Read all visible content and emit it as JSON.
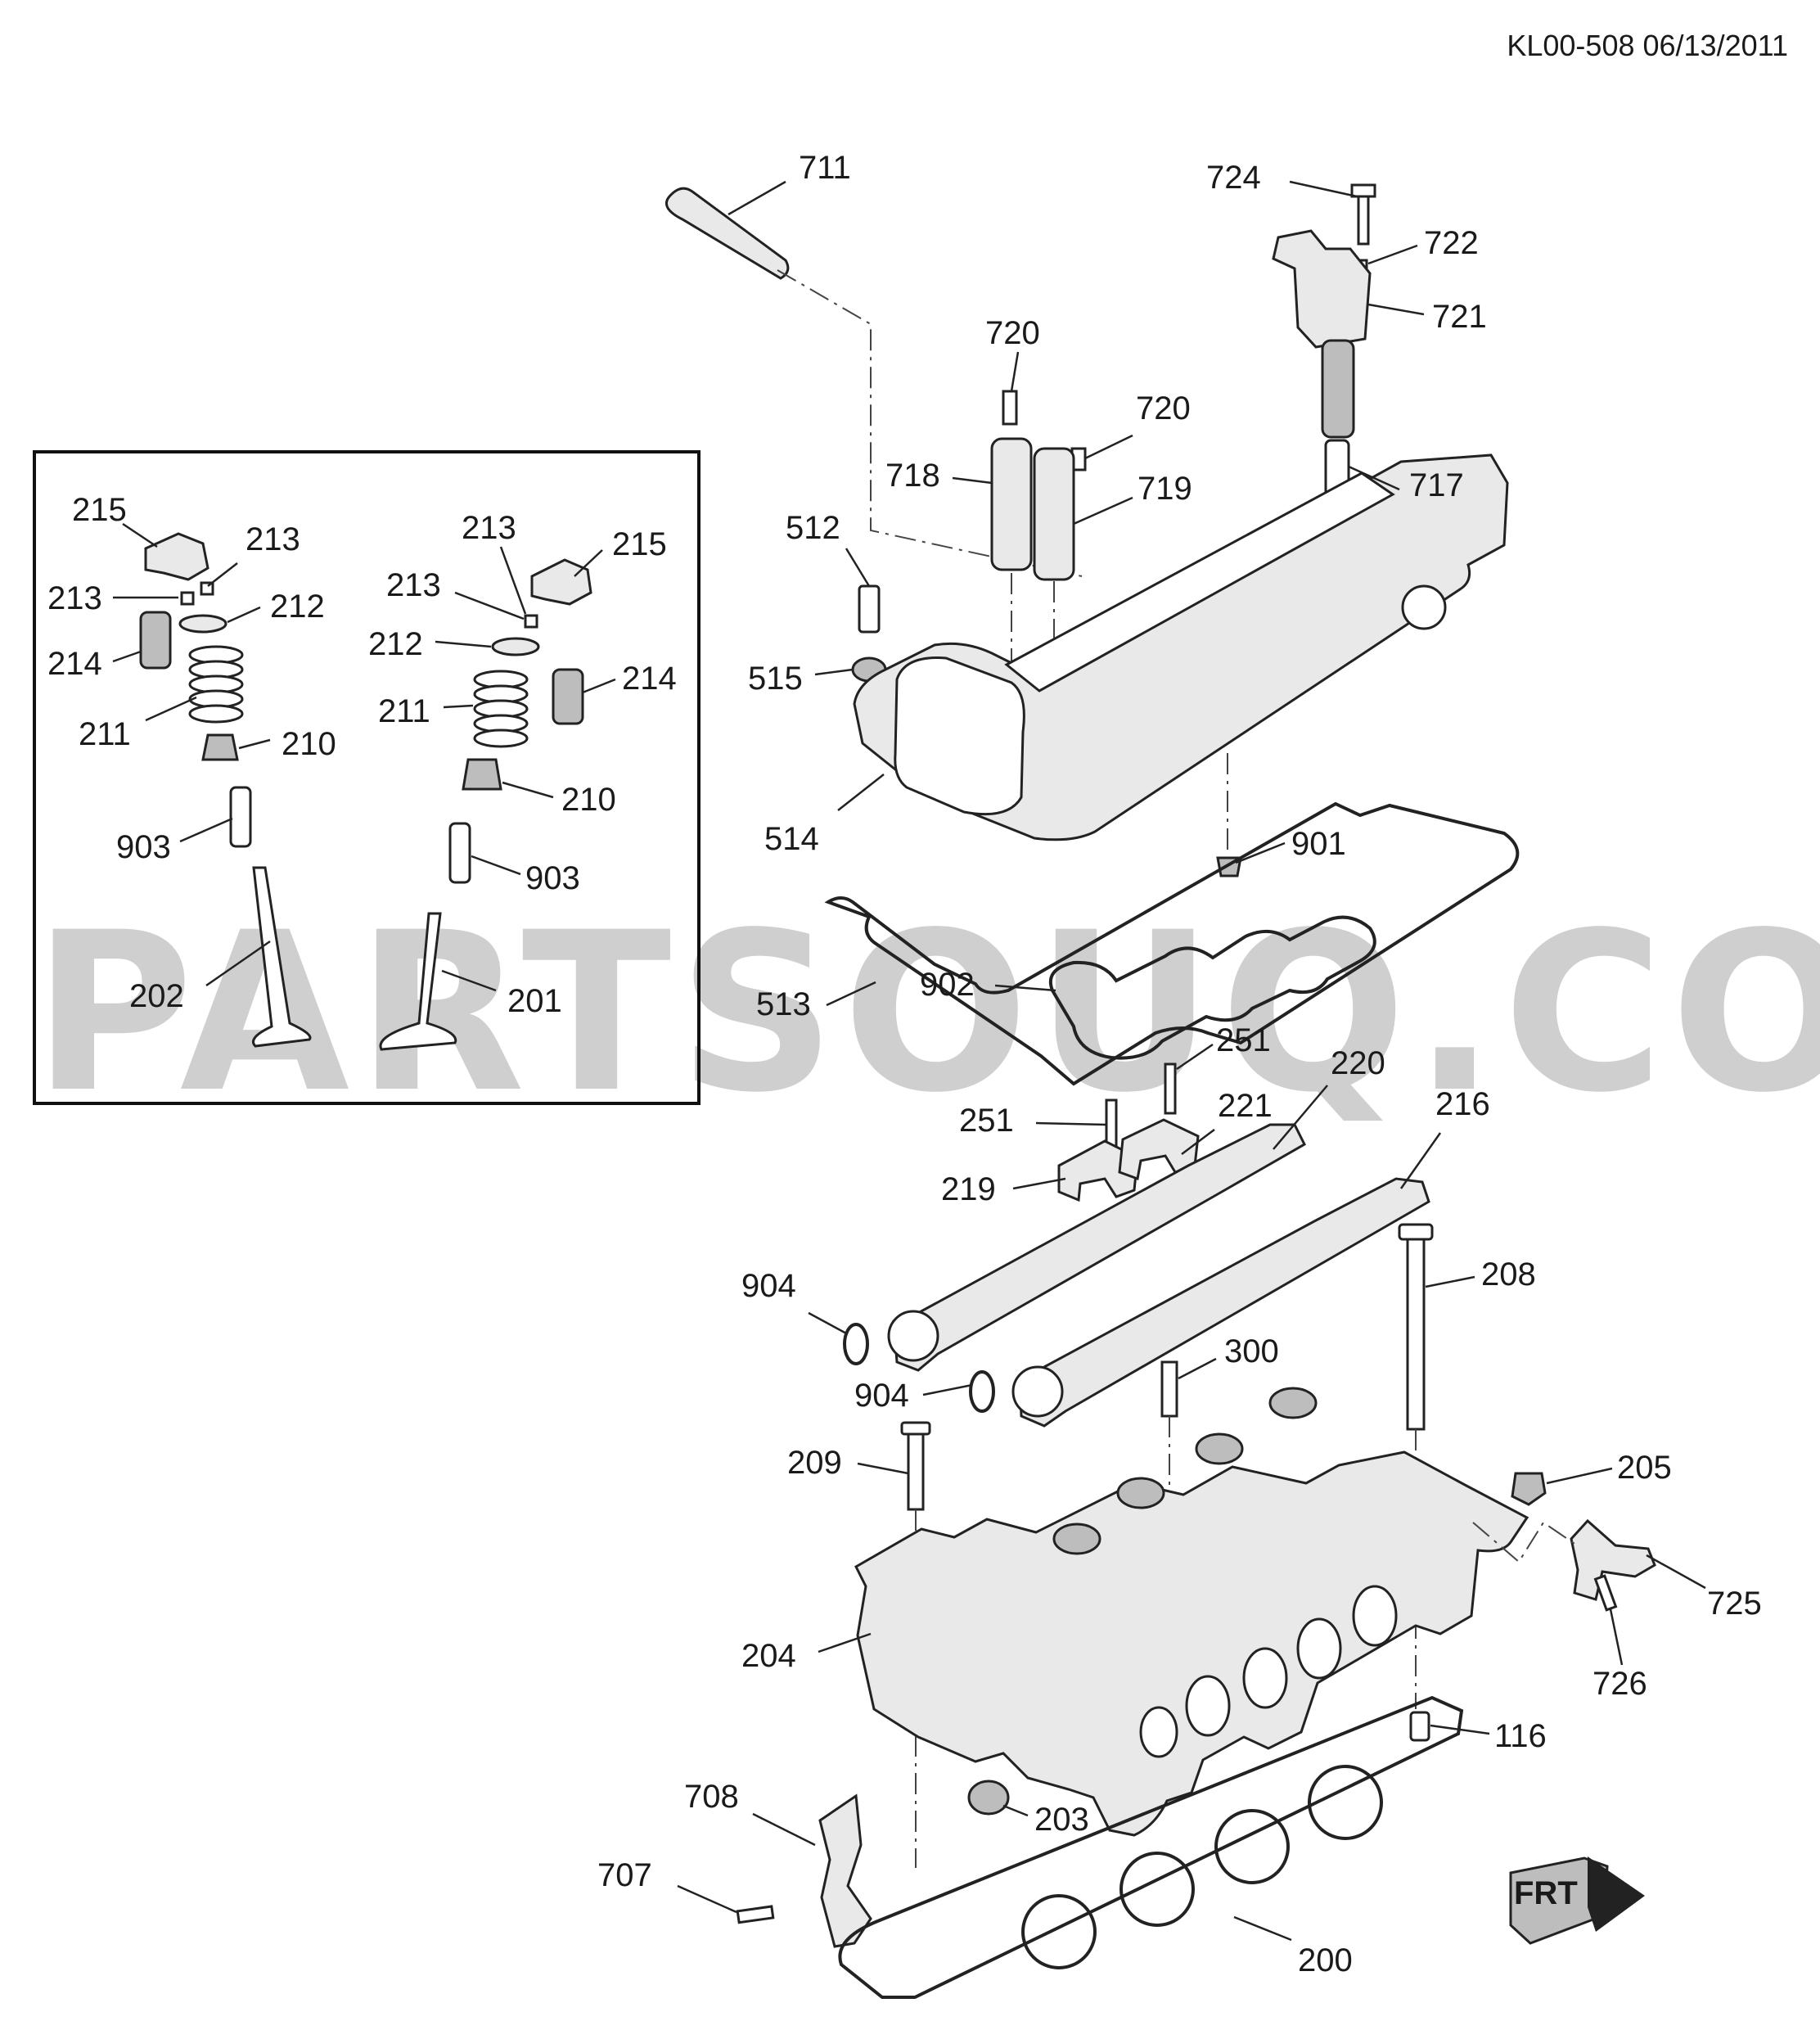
{
  "document_ref": "KL00-508 06/13/2011",
  "watermark": "PARTSOUQ.COM",
  "front_marker": "FRT",
  "callouts": {
    "c711": "711",
    "c724": "724",
    "c722": "722",
    "c721": "721",
    "c720a": "720",
    "c720b": "720",
    "c718": "718",
    "c719": "719",
    "c717": "717",
    "c512": "512",
    "c515": "515",
    "c514": "514",
    "c901": "901",
    "c902": "902",
    "c513": "513",
    "c251a": "251",
    "c251b": "251",
    "c220": "220",
    "c221": "221",
    "c216": "216",
    "c219": "219",
    "c904a": "904",
    "c904b": "904",
    "c208": "208",
    "c300": "300",
    "c209": "209",
    "c205": "205",
    "c725": "725",
    "c726": "726",
    "c204": "204",
    "c116": "116",
    "c203": "203",
    "c708": "708",
    "c707": "707",
    "c200": "200",
    "i215a": "215",
    "i213a": "213",
    "i213b": "213",
    "i212a": "212",
    "i214a": "214",
    "i211a": "211",
    "i210a": "210",
    "i903a": "903",
    "i202": "202",
    "i213c": "213",
    "i213d": "213",
    "i215b": "215",
    "i212b": "212",
    "i211b": "211",
    "i214b": "214",
    "i210b": "210",
    "i903b": "903",
    "i201": "201"
  }
}
